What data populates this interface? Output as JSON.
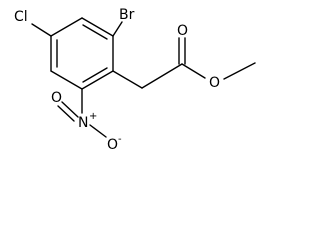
{
  "molecule": {
    "atoms": {
      "cl": "Cl",
      "br": "Br",
      "n": "N",
      "n_charge": "+",
      "o_carbonyl": "O",
      "o_ester": "O",
      "o_nitro_top": "O",
      "o_nitro_bottom": "O",
      "o_nitro_charge": "-"
    }
  }
}
